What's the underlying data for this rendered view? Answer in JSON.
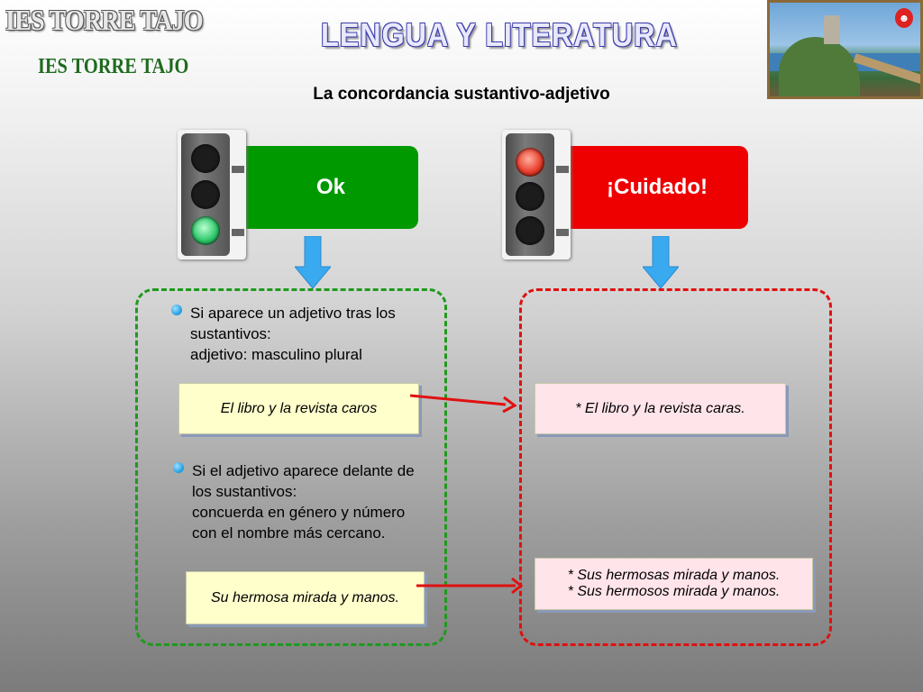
{
  "header": {
    "school_name": "IES TORRE TAJO",
    "school_name_small": "IES TORRE TAJO",
    "title": "LENGUA Y LITERATURA",
    "subtitle": "La concordancia sustantivo-adjetivo"
  },
  "status": {
    "ok_label": "Ok",
    "warning_label": "¡Cuidado!"
  },
  "colors": {
    "ok": "#009900",
    "warning": "#ee0000",
    "arrow_down": "#3aaaf0",
    "link_arrow": "#e01010"
  },
  "rules": [
    {
      "lines": [
        "Si aparece un adjetivo tras los",
        "sustantivos:",
        "adjetivo:  masculino plural"
      ],
      "correct_example": "El libro y la revista caros",
      "wrong_examples": [
        "* El libro y la revista caras."
      ]
    },
    {
      "lines": [
        "Si el adjetivo aparece delante de",
        "los sustantivos:",
        "concuerda en género y número",
        "con el nombre más cercano."
      ],
      "correct_example": "Su hermosa mirada y manos.",
      "wrong_examples": [
        "* Sus hermosas mirada y manos.",
        "* Sus hermosos mirada y manos."
      ]
    }
  ],
  "icons": {
    "traffic_light_green": "traffic-light-green-icon",
    "traffic_light_red": "traffic-light-red-icon",
    "bullet": "bullet-icon",
    "photo": "coastal-tower-photo"
  }
}
